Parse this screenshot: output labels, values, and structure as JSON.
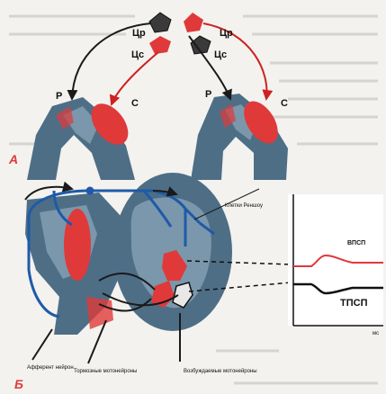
{
  "panel_a": {
    "letter": "А",
    "left": {
      "top_label": "Цр",
      "mid_label": "Цс",
      "p_label": "Р",
      "c_label": "С"
    },
    "right": {
      "top_label": "Цр",
      "mid_label": "Цс",
      "p_label": "Р",
      "c_label": "С"
    }
  },
  "panel_b": {
    "letter": "Б",
    "label_renshaw": "Клетки Реншоу",
    "label_afferent": "Афферент нейрон",
    "label_excit_mn": "Возбуждаемые мотонейроны",
    "label_inhib_mn": "Тормозные мотонейроны",
    "trace_top": "ВПСП",
    "trace_bottom": "ТПСП",
    "axis_unit": "мс"
  },
  "colors": {
    "red": "#e0393a",
    "blue": "#1f5aa8",
    "dark": "#1a1a1a",
    "leg": "#4e6e86"
  }
}
